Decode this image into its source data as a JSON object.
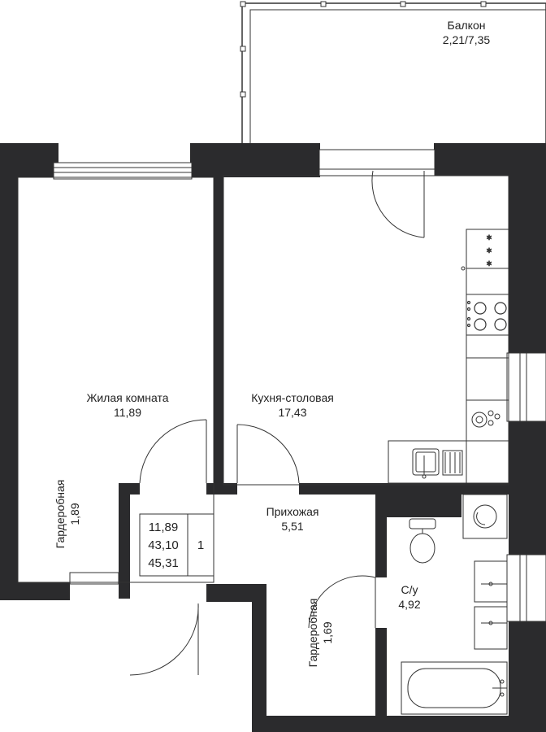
{
  "rooms": {
    "balcony": {
      "name": "Балкон",
      "area": "2,21/7,35"
    },
    "living": {
      "name": "Жилая комната",
      "area": "11,89"
    },
    "kitchen": {
      "name": "Кухня-столовая",
      "area": "17,43"
    },
    "hall": {
      "name": "Прихожая",
      "area": "5,51"
    },
    "bath": {
      "name": "С/у",
      "area": "4,92"
    },
    "wardrobe_left": {
      "name": "Гардеробная",
      "area": "1,89"
    },
    "wardrobe_right": {
      "name": "Гардеробная",
      "area": "1,69"
    }
  },
  "summary": {
    "living_area": "11,89",
    "total_area": "43,10",
    "total_with_balcony": "45,31",
    "room_count": "1"
  },
  "colors": {
    "wall": "#2b2b2d",
    "line": "#555555",
    "background": "#ffffff"
  }
}
